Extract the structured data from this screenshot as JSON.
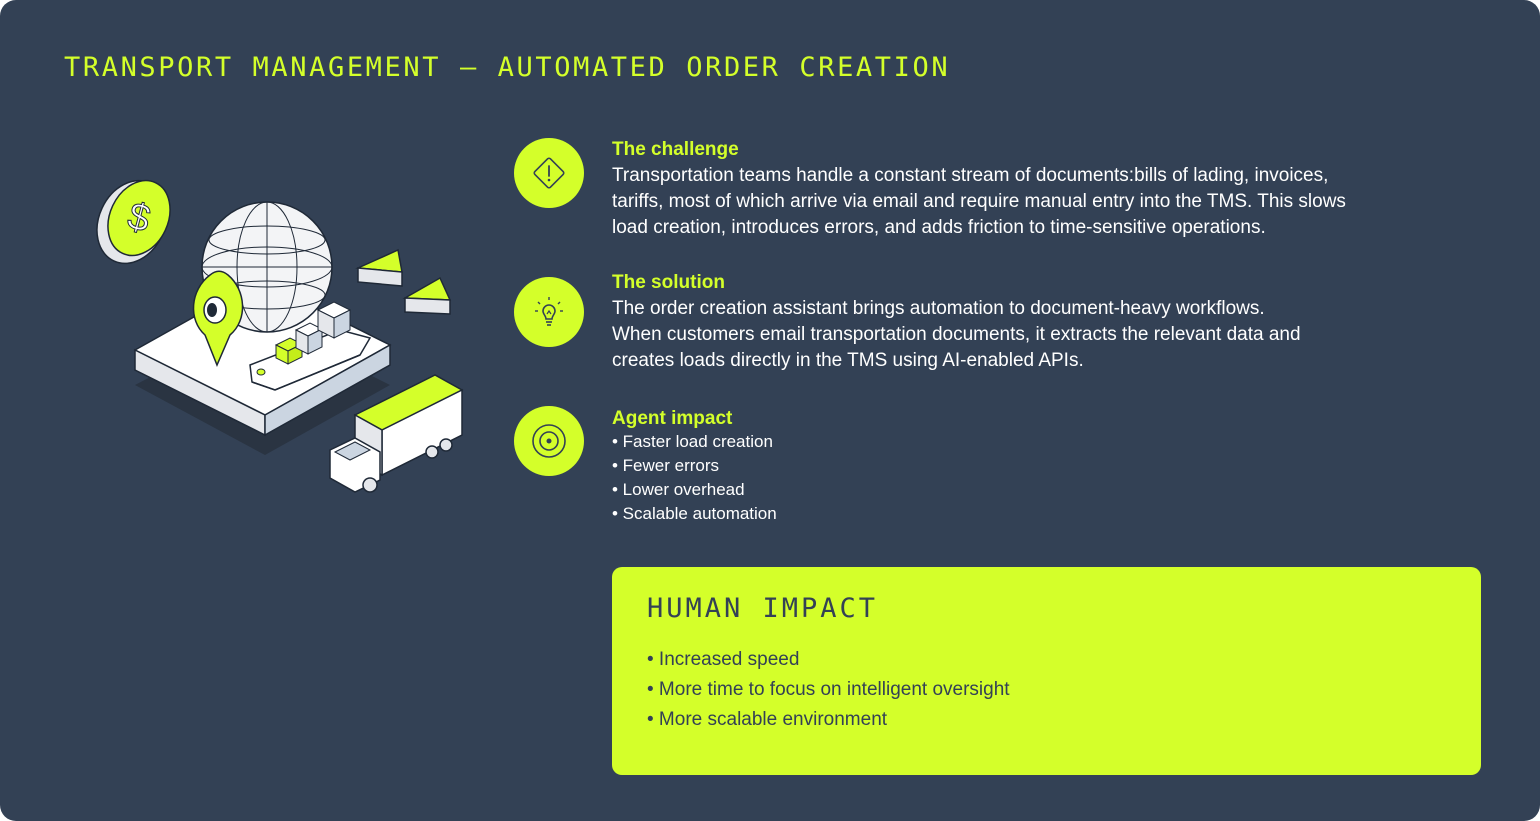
{
  "title": "TRANSPORT MANAGEMENT — AUTOMATED ORDER CREATION",
  "colors": {
    "background": "#334155",
    "accent": "#d4ff2a",
    "text": "#ffffff"
  },
  "illustration": {
    "coin_symbol": "$"
  },
  "challenge": {
    "icon": "warning-diamond-icon",
    "heading": "The challenge",
    "lines": [
      "Transportation teams handle a constant stream of documents:bills of lading, invoices,",
      "tariffs, most of which arrive via email and require manual entry into the TMS. This slows",
      "load creation, introduces errors, and adds friction to time-sensitive operations."
    ]
  },
  "solution": {
    "icon": "lightbulb-icon",
    "heading": "The solution",
    "lines": [
      "The order creation assistant brings automation to document-heavy workflows.",
      "When customers email transportation documents, it extracts the relevant data and",
      "creates loads directly in the TMS using AI-enabled APIs."
    ]
  },
  "agent_impact": {
    "icon": "target-icon",
    "heading": "Agent impact",
    "items": [
      "• Faster load creation",
      "• Fewer errors",
      "• Lower overhead",
      "• Scalable automation"
    ]
  },
  "human_impact": {
    "heading": "HUMAN IMPACT",
    "items": [
      "• Increased speed",
      "• More time to focus on intelligent oversight",
      "• More scalable environment"
    ]
  }
}
